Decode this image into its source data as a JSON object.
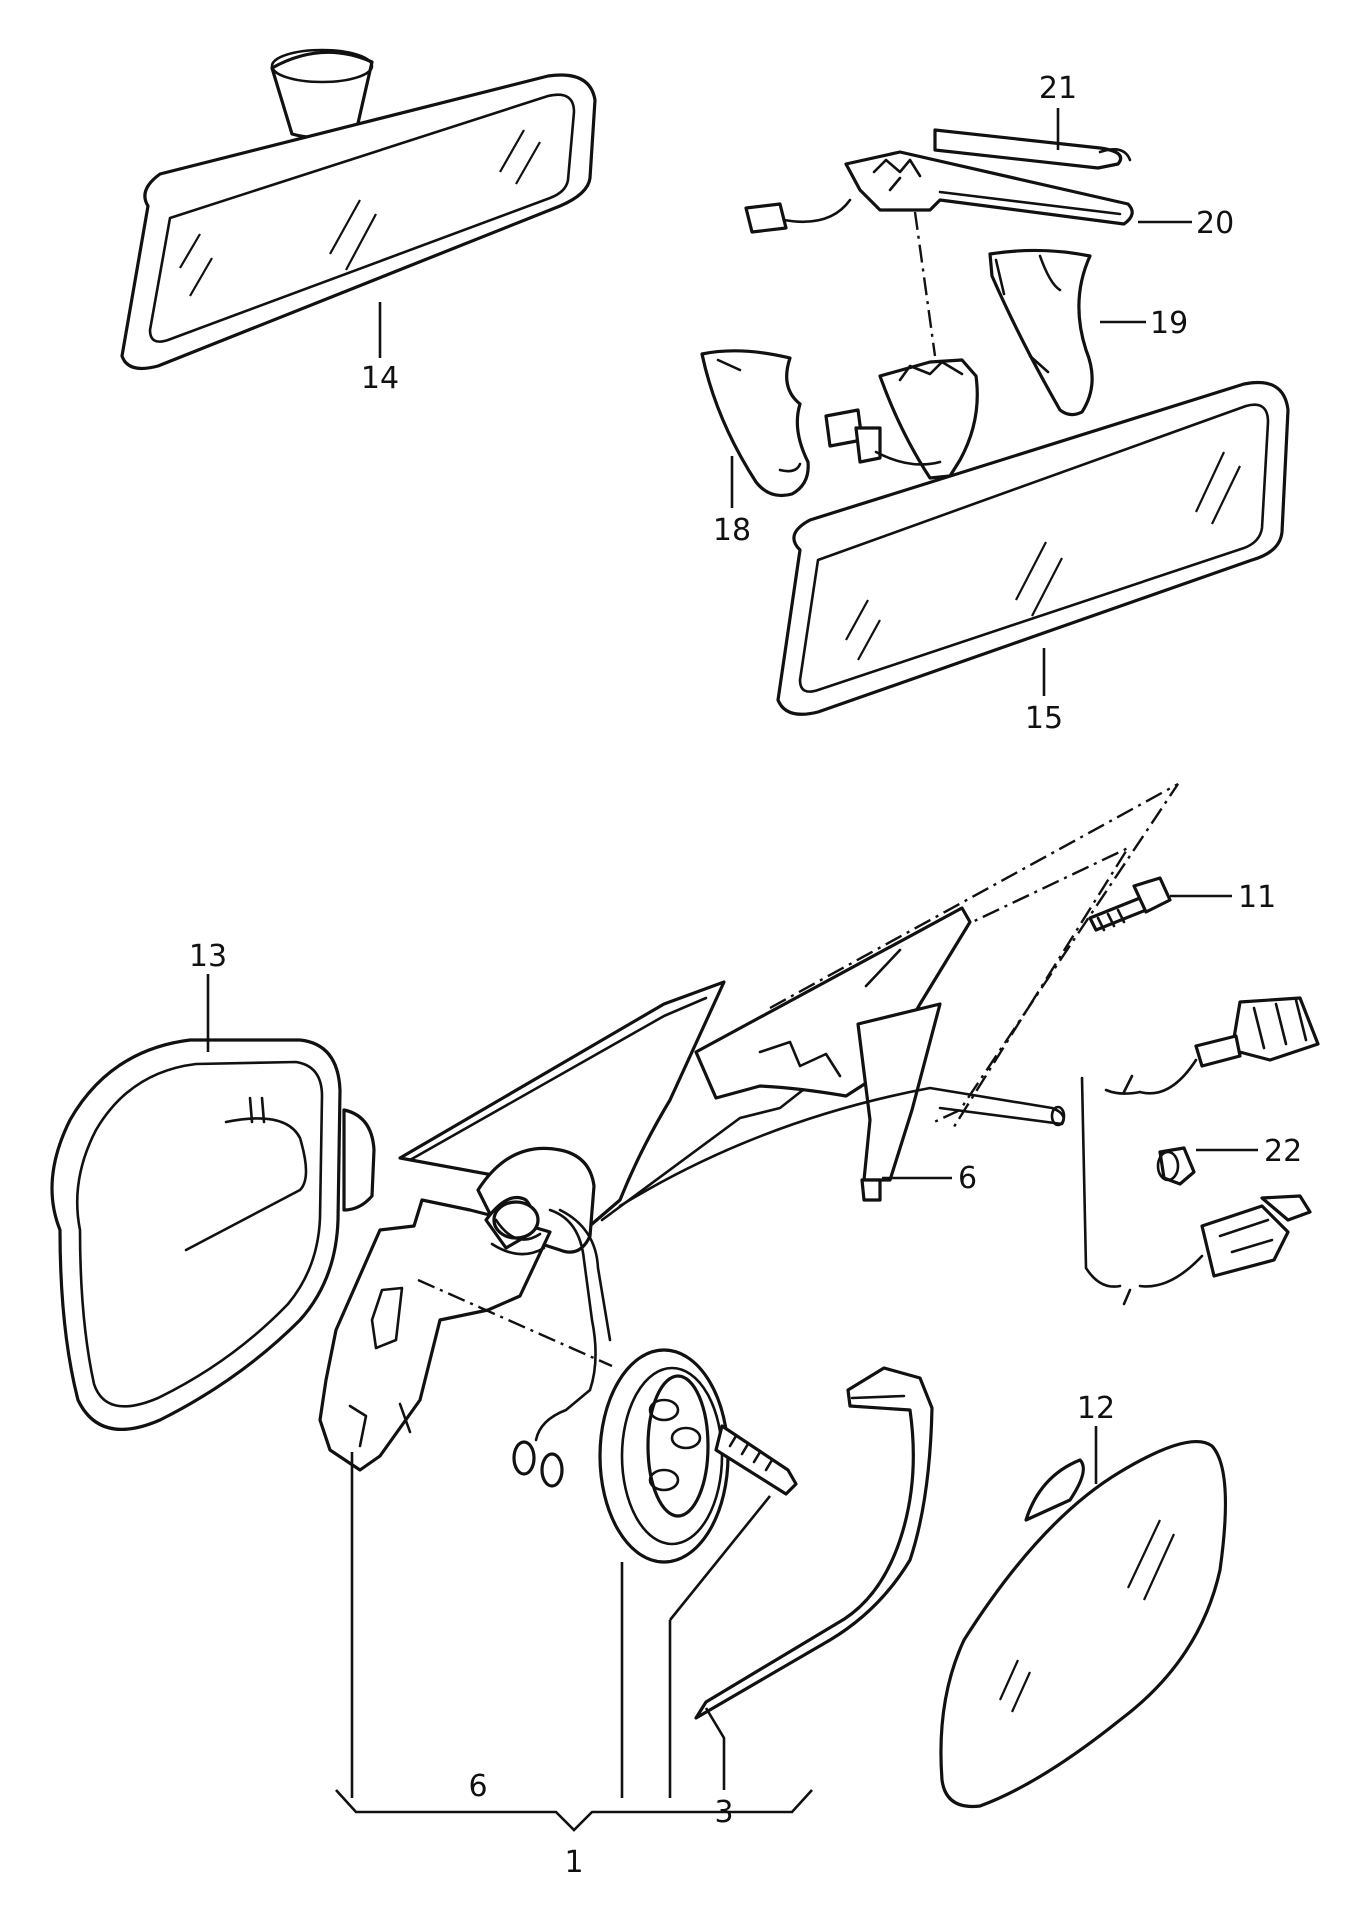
{
  "labels": {
    "l14": "14",
    "l21": "21",
    "l20": "20",
    "l19": "19",
    "l18": "18",
    "l15": "15",
    "l11": "11",
    "l13": "13",
    "l6a": "6",
    "l22": "22",
    "l12": "12",
    "l6b": "6",
    "l3": "3",
    "l1": "1"
  }
}
